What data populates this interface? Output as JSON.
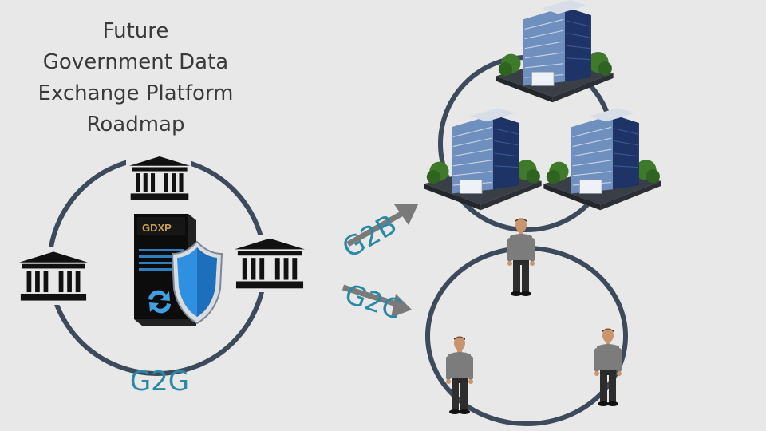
{
  "title_lines": [
    "Future",
    "Government Data",
    "Exchange Platform",
    "Roadmap"
  ],
  "labels": {
    "g2g": "G2G",
    "g2b": "G2B",
    "g2c": "G2C"
  },
  "server_badge": "GDXP",
  "colors": {
    "background": "#e8e8e8",
    "ring": "#3d4a5c",
    "accent_teal": "#2a8aa5",
    "title_text": "#3a3a3a",
    "arrow_gray": "#7a7a7a"
  },
  "icons": {
    "government": "classical-building-icon",
    "server": "server-rack-icon",
    "shield": "security-shield-icon",
    "business": "office-tower-icon",
    "citizen": "person-icon"
  }
}
